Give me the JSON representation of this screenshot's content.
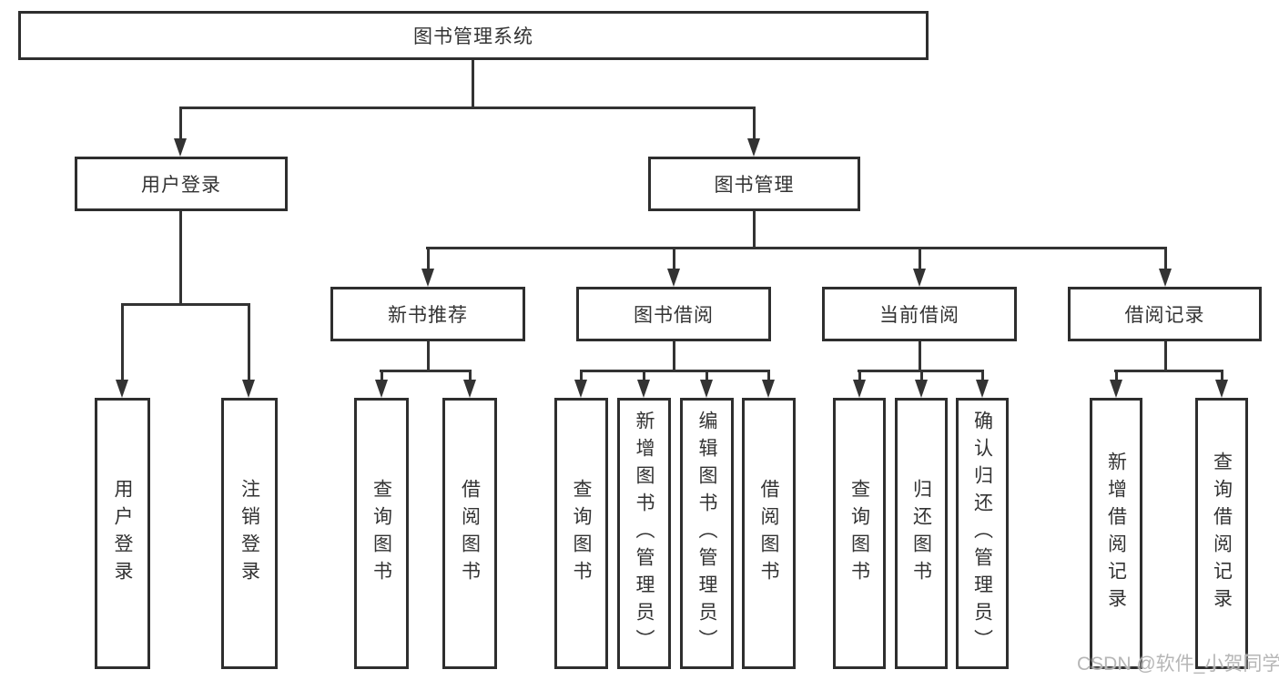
{
  "colors": {
    "background": "#ffffff",
    "line": "#333333",
    "node_border": "#2e2e2e",
    "text": "#333333",
    "watermark": "#b2b2b2"
  },
  "watermark": {
    "text": "CSDN @软件_小贺同学"
  },
  "tree": {
    "label": "图书管理系统",
    "children": [
      {
        "label": "用户登录",
        "children": [
          {
            "label": "用户登录"
          },
          {
            "label": "注销登录"
          }
        ]
      },
      {
        "label": "图书管理",
        "children": [
          {
            "label": "新书推荐",
            "children": [
              {
                "label": "查询图书"
              },
              {
                "label": "借阅图书"
              }
            ]
          },
          {
            "label": "图书借阅",
            "children": [
              {
                "label": "查询图书"
              },
              {
                "label": "新增图书（管理员）"
              },
              {
                "label": "编辑图书（管理员）"
              },
              {
                "label": "借阅图书"
              }
            ]
          },
          {
            "label": "当前借阅",
            "children": [
              {
                "label": "查询图书"
              },
              {
                "label": "归还图书"
              },
              {
                "label": "确认归还（管理员）"
              }
            ]
          },
          {
            "label": "借阅记录",
            "children": [
              {
                "label": "新增借阅记录"
              },
              {
                "label": "查询借阅记录"
              }
            ]
          }
        ]
      }
    ]
  }
}
